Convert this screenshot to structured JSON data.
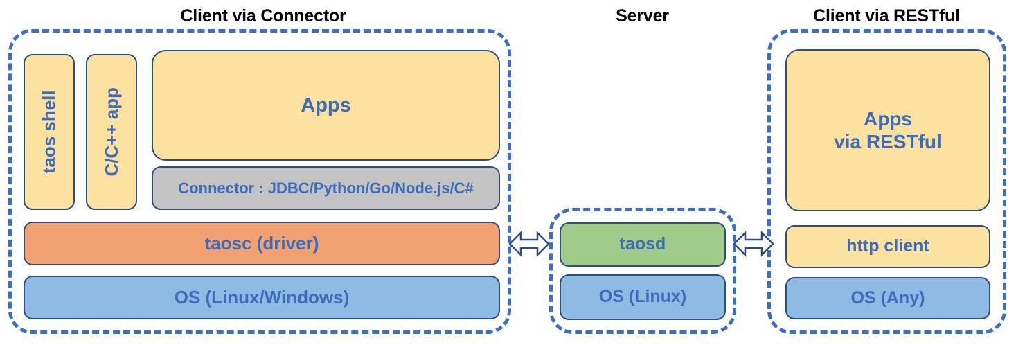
{
  "diagram": {
    "title_connector": "Client via Connector",
    "title_server": "Server",
    "title_restful": "Client via RESTful",
    "colors": {
      "dashed_border": "#3C6EC3",
      "box_border": "#2E4E7E",
      "text": "#3D6CB8",
      "title_text": "#000000",
      "yellow": "#FCE1A0",
      "gray": "#C3C3C3",
      "orange": "#F2A272",
      "blue": "#8FBAE4",
      "green": "#A0CB8A",
      "background": "#FFFFFF"
    }
  },
  "client_connector": {
    "taos_shell": "taos shell",
    "cpp_app": "C/C++ app",
    "apps": "Apps",
    "connector": "Connector : JDBC/Python/Go/Node.js/C#",
    "taosc": "taosc (driver)",
    "os": "OS (Linux/Windows)"
  },
  "server": {
    "taosd": "taosd",
    "os": "OS (Linux)"
  },
  "client_restful": {
    "apps_line1": "Apps",
    "apps_line2": "via RESTful",
    "http_client": "http client",
    "os": "OS (Any)"
  },
  "connectors": {
    "left_arrow": "double-headed-arrow",
    "right_arrow": "double-headed-arrow"
  }
}
